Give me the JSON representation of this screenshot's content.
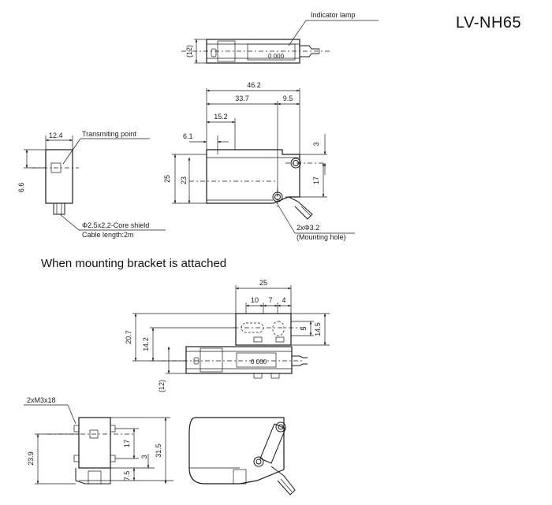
{
  "model": "LV-NH65",
  "subtitle": "When mounting bracket is attached",
  "labels": {
    "indicator_lamp": "Indicator lamp",
    "transmitting_point": "Transmiting point",
    "cable_spec": "Φ2.5x2,2-Core shield",
    "cable_length": "Cable length:2m",
    "mounting_hole_qty": "2xΦ3.2",
    "mounting_hole": "(Mounting hole)",
    "screw": "2xM3x18",
    "indicator_digits": "0 000"
  },
  "dims": {
    "top_12": "(12)",
    "d46_2": "46.2",
    "d33_7": "33.7",
    "d9_5": "9.5",
    "d15_2": "15.2",
    "d6_1": "6.1",
    "d3_a": "3",
    "d25_a": "25",
    "d23": "23",
    "d17_a": "17",
    "d12_4": "12.4",
    "d6_6": "6.6",
    "b25": "25",
    "b10": "10",
    "b7": "7",
    "b4": "4",
    "b14_5": "14.5",
    "b5": "5",
    "b20_7": "20.7",
    "b14_2": "14.2",
    "b12": "(12)",
    "s23_9": "23.9",
    "s17": "17",
    "s3": "3",
    "s7_5": "7.5",
    "s31_5": "31.5"
  }
}
